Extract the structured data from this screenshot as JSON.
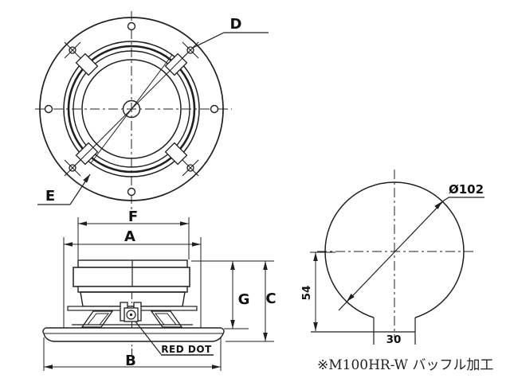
{
  "colors": {
    "ink": "#1f1f1f",
    "paper": "#ffffff"
  },
  "front_view": {
    "screw_label": "D",
    "gasket_label": "E"
  },
  "side_view": {
    "dim_f": "F",
    "dim_a": "A",
    "dim_b": "B",
    "dim_g": "G",
    "dim_c": "C",
    "red_dot_label": "RED DOT"
  },
  "cutout_view": {
    "diameter_label": "Ø102",
    "center_offset_label": "54",
    "notch_width_label": "30"
  },
  "note_text": "※M100HR-W バッフル加工"
}
